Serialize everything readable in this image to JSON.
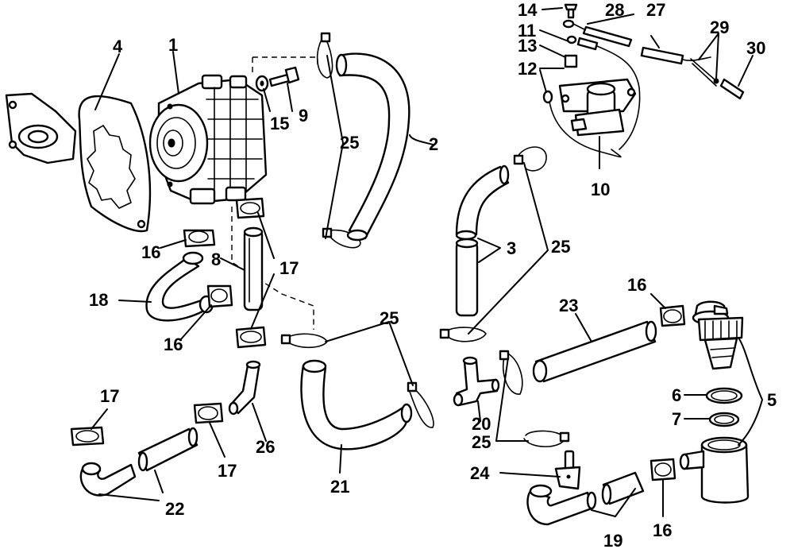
{
  "callouts": [
    {
      "id": "c1",
      "text": "1"
    },
    {
      "id": "c2",
      "text": "2"
    },
    {
      "id": "c3",
      "text": "3"
    },
    {
      "id": "c4",
      "text": "4"
    },
    {
      "id": "c5",
      "text": "5"
    },
    {
      "id": "c6",
      "text": "6"
    },
    {
      "id": "c7",
      "text": "7"
    },
    {
      "id": "c8",
      "text": "8"
    },
    {
      "id": "c9",
      "text": "9"
    },
    {
      "id": "c10",
      "text": "10"
    },
    {
      "id": "c11",
      "text": "11"
    },
    {
      "id": "c12",
      "text": "12"
    },
    {
      "id": "c13",
      "text": "13"
    },
    {
      "id": "c14",
      "text": "14"
    },
    {
      "id": "c15",
      "text": "15"
    },
    {
      "id": "c16a",
      "text": "16"
    },
    {
      "id": "c16b",
      "text": "16"
    },
    {
      "id": "c16c",
      "text": "16"
    },
    {
      "id": "c16d",
      "text": "16"
    },
    {
      "id": "c17a",
      "text": "17"
    },
    {
      "id": "c17b",
      "text": "17"
    },
    {
      "id": "c17c",
      "text": "17"
    },
    {
      "id": "c18",
      "text": "18"
    },
    {
      "id": "c19",
      "text": "19"
    },
    {
      "id": "c20",
      "text": "20"
    },
    {
      "id": "c21",
      "text": "21"
    },
    {
      "id": "c22",
      "text": "22"
    },
    {
      "id": "c23",
      "text": "23"
    },
    {
      "id": "c24",
      "text": "24"
    },
    {
      "id": "c25a",
      "text": "25"
    },
    {
      "id": "c25b",
      "text": "25"
    },
    {
      "id": "c25c",
      "text": "25"
    },
    {
      "id": "c25d",
      "text": "25"
    },
    {
      "id": "c26",
      "text": "26"
    },
    {
      "id": "c27",
      "text": "27"
    },
    {
      "id": "c28",
      "text": "28"
    },
    {
      "id": "c29",
      "text": "29"
    },
    {
      "id": "c30",
      "text": "30"
    }
  ]
}
